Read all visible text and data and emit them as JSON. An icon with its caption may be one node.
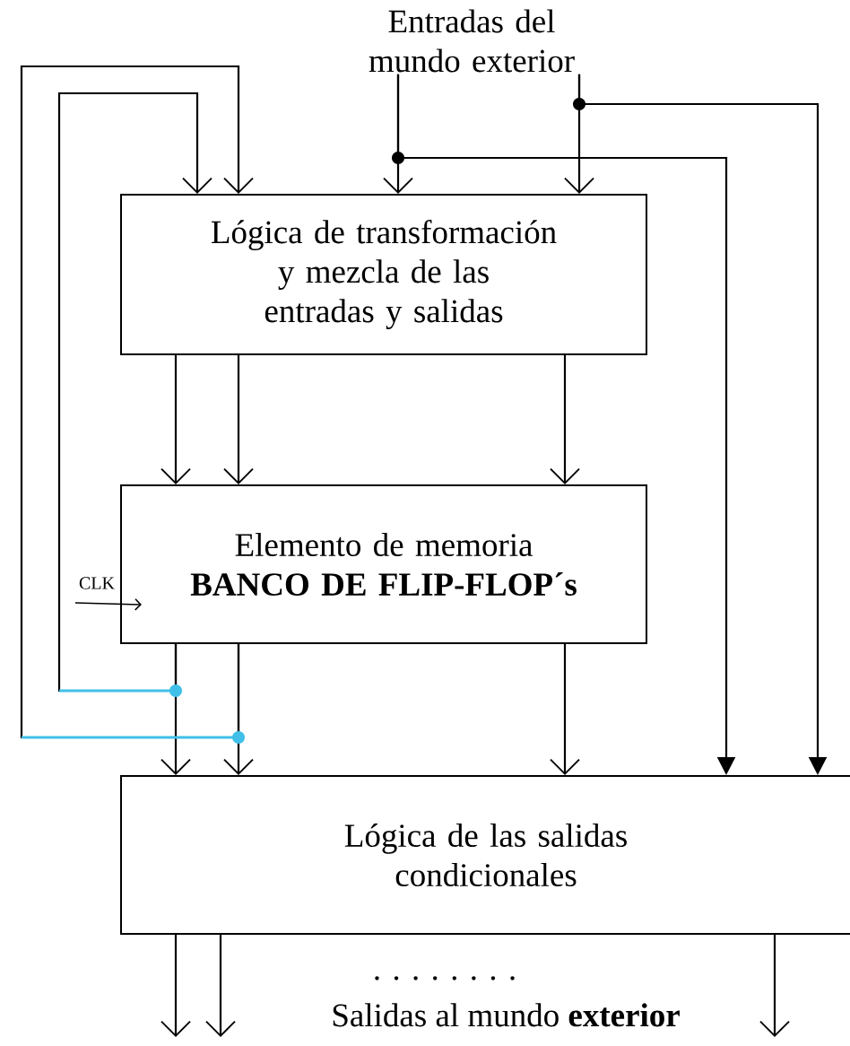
{
  "diagram": {
    "nodes": [
      {
        "text": [
          "Entradas del mundo exterior"
        ]
      },
      {
        "text": [
          "Lógica de transformación y mezcla de las entradas y salidas"
        ]
      },
      {
        "text": [
          "Elemento de memoria",
          "BANCO DE FLIP-FLOP´s"
        ]
      },
      {
        "text": [
          "Lógica de las salidas condicionales"
        ]
      }
    ],
    "edges": [
      {
        "from": 0,
        "to": 1,
        "arrow": "to"
      },
      {
        "from": 0,
        "to": 1,
        "arrow": "to"
      },
      {
        "from": 1,
        "to": 2,
        "arrow": "to"
      },
      {
        "from": 1,
        "to": 2,
        "arrow": "to"
      },
      {
        "from": 1,
        "to": 2,
        "arrow": "to"
      },
      {
        "from": 2,
        "to": 3,
        "arrow": "to"
      },
      {
        "from": 2,
        "to": 3,
        "arrow": "to"
      },
      {
        "from": 2,
        "to": 3,
        "arrow": "to"
      },
      {
        "from": 2,
        "to": 1,
        "arrow": "to"
      },
      {
        "from": 2,
        "to": 1,
        "arrow": "to"
      },
      {
        "from": 0,
        "to": 3,
        "arrow": "to"
      },
      {
        "from": 0,
        "to": 3,
        "arrow": "to"
      },
      {
        "from": 3,
        "to": null,
        "arrow": "to"
      },
      {
        "from": 3,
        "to": null,
        "arrow": "to"
      },
      {
        "from": 3,
        "to": null,
        "arrow": "to"
      },
      {
        "from": null,
        "to": 2,
        "arrow": "to",
        "label": "CLK"
      }
    ],
    "labels": [
      ". . . . . . . .",
      "Salidas al mundo **exterior**"
    ]
  }
}
